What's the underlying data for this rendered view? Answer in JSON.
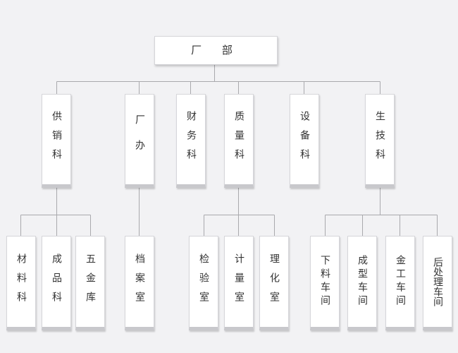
{
  "org_chart": {
    "root": "厂  部",
    "departments": [
      {
        "id": "gongxiao",
        "label": "供销科",
        "children": [
          {
            "id": "cailiaoku",
            "label": "材料科"
          },
          {
            "id": "chengpinku",
            "label": "成品科"
          },
          {
            "id": "wujinku",
            "label": "五金库"
          }
        ]
      },
      {
        "id": "changban",
        "label": "厂办",
        "children": [
          {
            "id": "danganshi",
            "label": "档案室"
          }
        ]
      },
      {
        "id": "caiwu",
        "label": "财务科",
        "children": []
      },
      {
        "id": "zhiliang",
        "label": "质量科",
        "children": [
          {
            "id": "jianyanshi",
            "label": "检验室"
          },
          {
            "id": "jiliangshi",
            "label": "计量室"
          },
          {
            "id": "lihuashi",
            "label": "理化室"
          }
        ]
      },
      {
        "id": "shebei",
        "label": "设备科",
        "children": []
      },
      {
        "id": "shengji",
        "label": "生技科",
        "children": [
          {
            "id": "xialiao",
            "label": "下料车间"
          },
          {
            "id": "chengxing",
            "label": "成型车间"
          },
          {
            "id": "jingong",
            "label": "金工车间"
          },
          {
            "id": "houchuli",
            "label": "后处理车间"
          }
        ]
      }
    ]
  },
  "colors": {
    "background": "#f2f2f4",
    "box": "#ffffff",
    "connector": "#a9a9ad",
    "text": "#333333"
  }
}
